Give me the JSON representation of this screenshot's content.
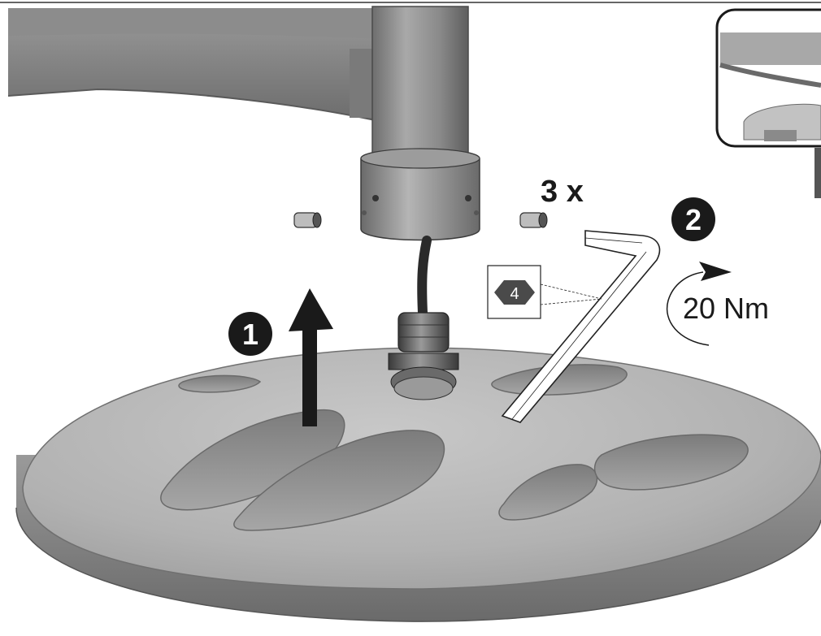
{
  "steps": {
    "step1": "1",
    "step2": "2"
  },
  "quantity_label": "3 x",
  "hex_key_size": "4",
  "torque_label": "20 Nm",
  "colors": {
    "base_top": "#b9b9b9",
    "base_side": "#8a8a8a",
    "pole": "#8c8c8c",
    "badge": "#1a1a1a",
    "hex_badge": "#4a4a4a"
  }
}
